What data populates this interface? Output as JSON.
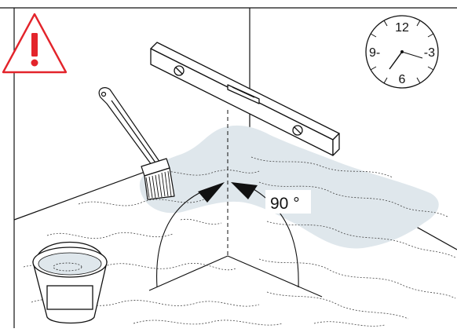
{
  "angle_label": "90 °",
  "clock": {
    "numerals": {
      "top": "12",
      "right": "3",
      "bottom": "6",
      "left": "9"
    },
    "marker_right": "-3",
    "marker_left": "9-"
  },
  "colors": {
    "warning": "#e3242b",
    "water": "#dfe7ec",
    "line": "#111111"
  },
  "icons": [
    "warning-icon",
    "clock-icon",
    "spirit-level-icon",
    "brush-icon",
    "bucket-icon"
  ]
}
